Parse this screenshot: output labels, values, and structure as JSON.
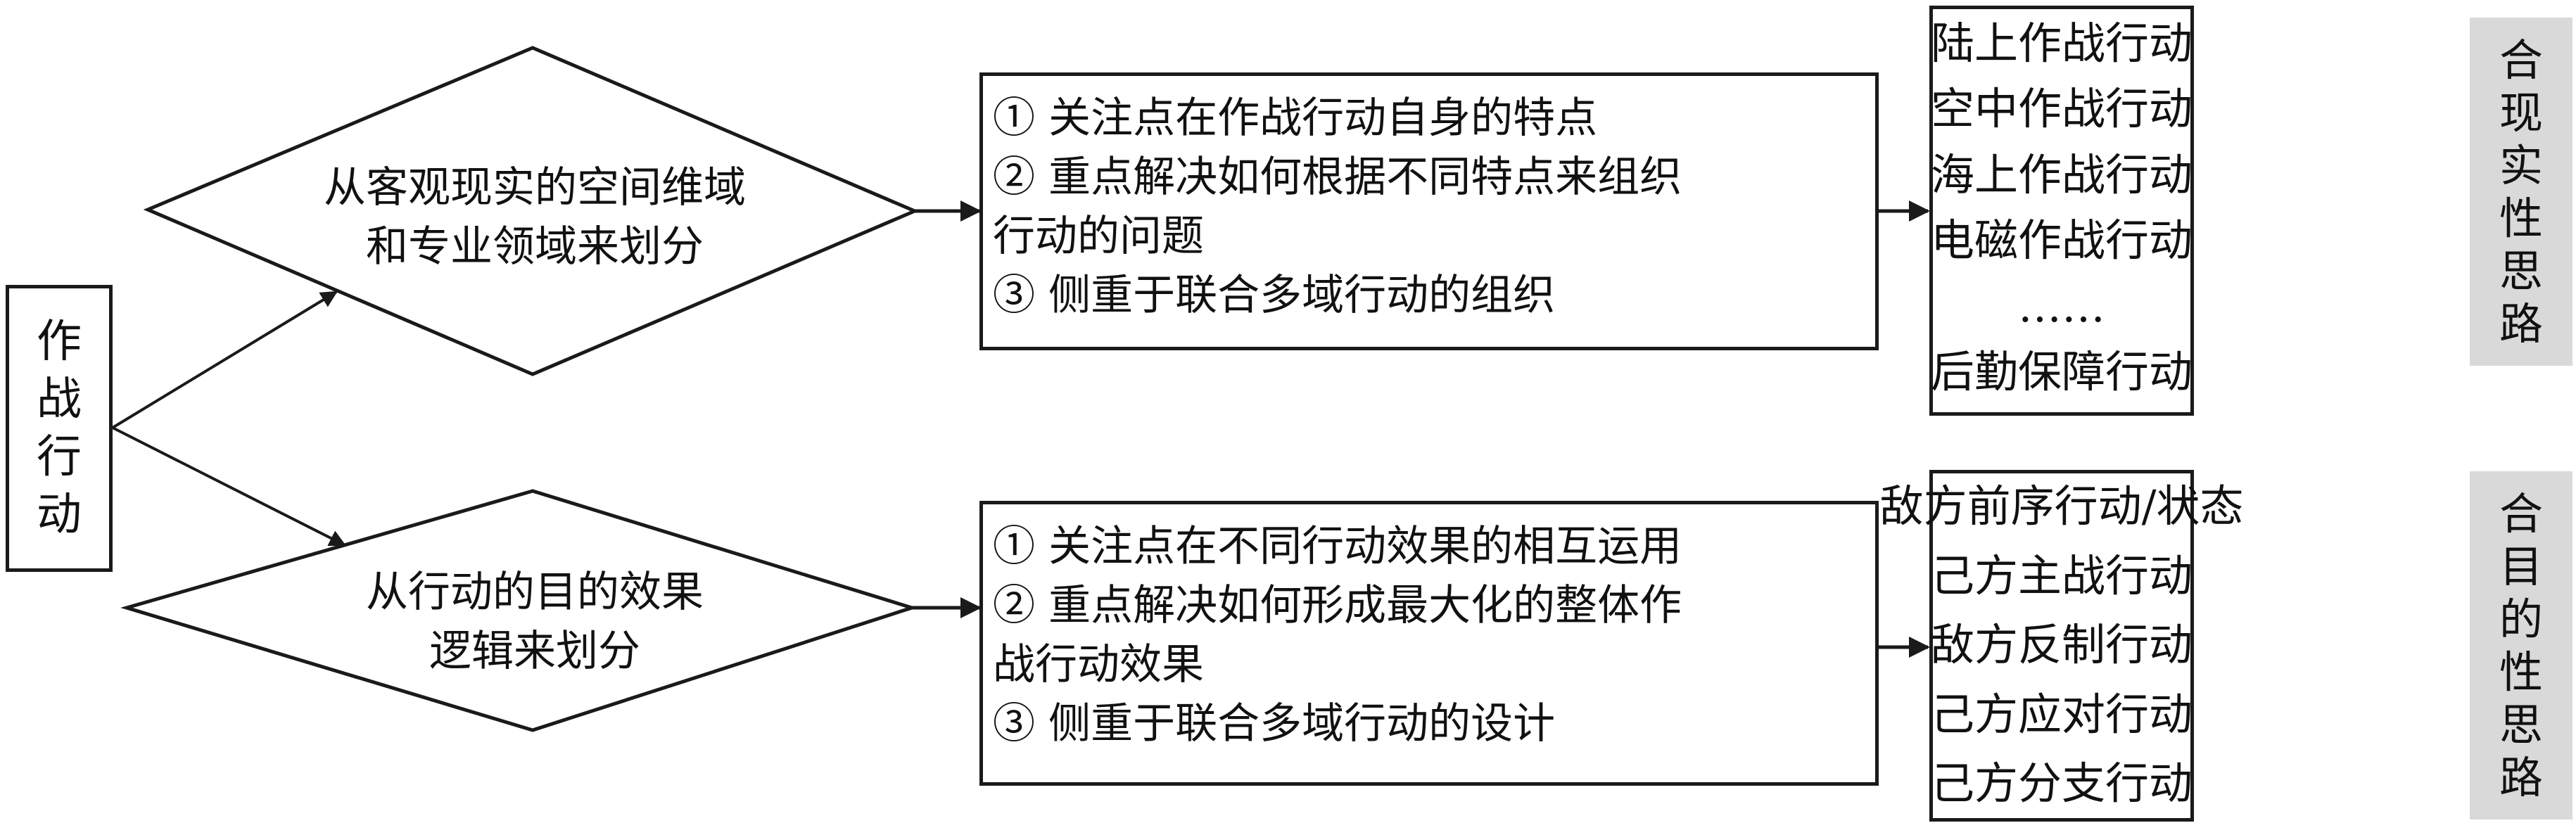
{
  "root": {
    "label": [
      "作",
      "战",
      "行",
      "动"
    ]
  },
  "branches": [
    {
      "criterion": [
        "从客观现实的空间维域",
        "和专业领域来划分"
      ],
      "description": [
        "① 关注点在作战行动自身的特点",
        "② 重点解决如何根据不同特点来组织",
        "行动的问题",
        "③ 侧重于联合多域行动的组织"
      ],
      "examples": [
        "陆上作战行动",
        "空中作战行动",
        "海上作战行动",
        "电磁作战行动",
        "……",
        "后勤保障行动"
      ],
      "approach_label": [
        "合",
        "现",
        "实",
        "性",
        "思",
        "路"
      ]
    },
    {
      "criterion": [
        "从行动的目的效果",
        "逻辑来划分"
      ],
      "description": [
        "① 关注点在不同行动效果的相互运用",
        "② 重点解决如何形成最大化的整体作",
        "战行动效果",
        "③ 侧重于联合多域行动的设计"
      ],
      "examples": [
        "敌方前序行动/状态",
        "己方主战行动",
        "敌方反制行动",
        "己方应对行动",
        "己方分支行动"
      ],
      "approach_label": [
        "合",
        "目",
        "的",
        "性",
        "思",
        "路"
      ]
    }
  ],
  "colors": {
    "line": "#1a1a1a",
    "tag_bg": "#d9d9d9"
  }
}
